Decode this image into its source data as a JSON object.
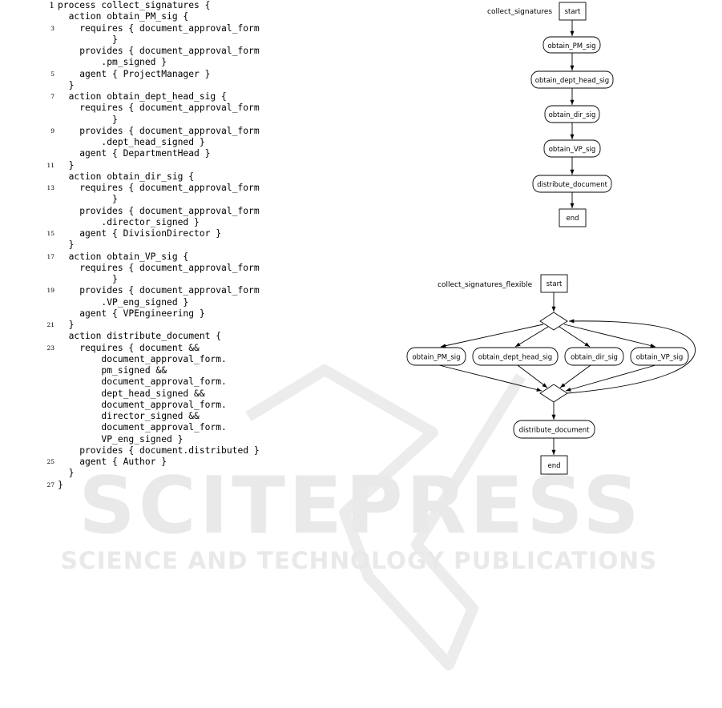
{
  "code": {
    "lines": [
      {
        "n": "1",
        "text": "process collect_signatures {"
      },
      {
        "n": "",
        "text": "  action obtain_PM_sig {"
      },
      {
        "n": "3",
        "text": "    requires { document_approval_form"
      },
      {
        "n": "",
        "text": "          }"
      },
      {
        "n": "",
        "text": "    provides { document_approval_form"
      },
      {
        "n": "",
        "text": "        .pm_signed }"
      },
      {
        "n": "5",
        "text": "    agent { ProjectManager }"
      },
      {
        "n": "",
        "text": "  }"
      },
      {
        "n": "7",
        "text": "  action obtain_dept_head_sig {"
      },
      {
        "n": "",
        "text": "    requires { document_approval_form"
      },
      {
        "n": "",
        "text": "          }"
      },
      {
        "n": "9",
        "text": "    provides { document_approval_form"
      },
      {
        "n": "",
        "text": "        .dept_head_signed }"
      },
      {
        "n": "",
        "text": "    agent { DepartmentHead }"
      },
      {
        "n": "11",
        "text": "  }"
      },
      {
        "n": "",
        "text": "  action obtain_dir_sig {"
      },
      {
        "n": "13",
        "text": "    requires { document_approval_form"
      },
      {
        "n": "",
        "text": "          }"
      },
      {
        "n": "",
        "text": "    provides { document_approval_form"
      },
      {
        "n": "",
        "text": "        .director_signed }"
      },
      {
        "n": "15",
        "text": "    agent { DivisionDirector }"
      },
      {
        "n": "",
        "text": "  }"
      },
      {
        "n": "17",
        "text": "  action obtain_VP_sig {"
      },
      {
        "n": "",
        "text": "    requires { document_approval_form"
      },
      {
        "n": "",
        "text": "          }"
      },
      {
        "n": "19",
        "text": "    provides { document_approval_form"
      },
      {
        "n": "",
        "text": "        .VP_eng_signed }"
      },
      {
        "n": "",
        "text": "    agent { VPEngineering }"
      },
      {
        "n": "21",
        "text": "  }"
      },
      {
        "n": "",
        "text": "  action distribute_document {"
      },
      {
        "n": "23",
        "text": "    requires { document &&"
      },
      {
        "n": "",
        "text": "        document_approval_form."
      },
      {
        "n": "",
        "text": "        pm_signed &&"
      },
      {
        "n": "",
        "text": "        document_approval_form."
      },
      {
        "n": "",
        "text": "        dept_head_signed &&"
      },
      {
        "n": "",
        "text": "        document_approval_form."
      },
      {
        "n": "",
        "text": "        director_signed &&"
      },
      {
        "n": "",
        "text": "        document_approval_form."
      },
      {
        "n": "",
        "text": "        VP_eng_signed }"
      },
      {
        "n": "",
        "text": "    provides { document.distributed }"
      },
      {
        "n": "25",
        "text": "    agent { Author }"
      },
      {
        "n": "",
        "text": "  }"
      },
      {
        "n": "27",
        "text": "}"
      }
    ]
  },
  "diagram_sequential": {
    "label": "collect_signatures",
    "start": "start",
    "steps": [
      "obtain_PM_sig",
      "obtain_dept_head_sig",
      "obtain_dir_sig",
      "obtain_VP_sig",
      "distribute_document"
    ],
    "end": "end"
  },
  "diagram_flexible": {
    "label": "collect_signatures_flexible",
    "start": "start",
    "branches": [
      "obtain_PM_sig",
      "obtain_dept_head_sig",
      "obtain_dir_sig",
      "obtain_VP_sig"
    ],
    "final_step": "distribute_document",
    "end": "end"
  },
  "watermark": {
    "main": "SCITEPRESS",
    "sub": "SCIENCE AND TECHNOLOGY PUBLICATIONS",
    "color": "#e9e9e9"
  }
}
